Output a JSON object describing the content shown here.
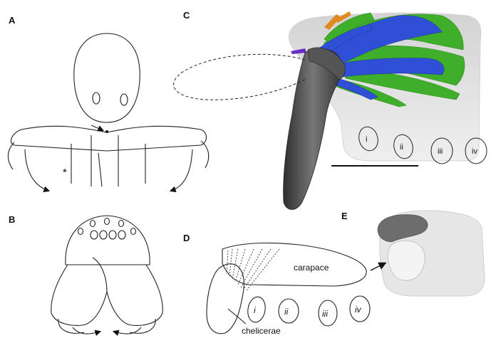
{
  "panels": {
    "A": "A",
    "B": "B",
    "C": "C",
    "D": "D",
    "E": "E"
  },
  "panel_a": {
    "asterisk": "*"
  },
  "panel_c": {
    "legs": [
      "i",
      "ii",
      "iii",
      "iv"
    ]
  },
  "panel_d": {
    "carapace_label": "carapace",
    "chelicerae_label": "chelicerae",
    "legs": [
      "i",
      "ii",
      "iii",
      "iv"
    ]
  },
  "colors": {
    "muscle_green": "#3fae2a",
    "muscle_blue": "#2f4fd6",
    "muscle_orange": "#e08a1e",
    "muscle_purple": "#6a2cc9",
    "chelicera_gray": "#4a4a4a",
    "carapace_gray": "#d6d6d6"
  }
}
